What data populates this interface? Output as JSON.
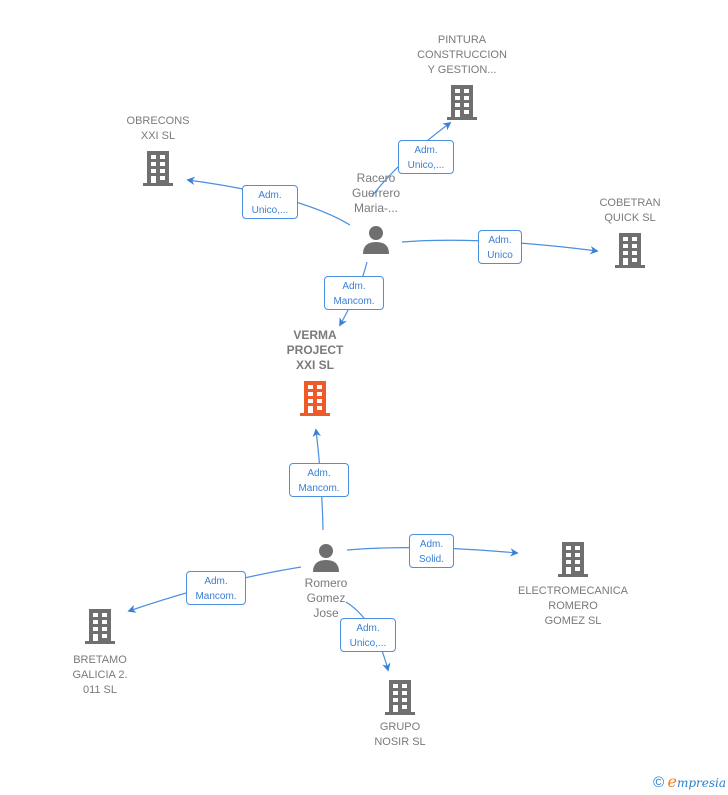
{
  "colors": {
    "edge": "#4a8fe0",
    "node_gray": "#6f6f6f",
    "main_node": "#f05a28",
    "label_text": "#7a7a7a"
  },
  "nodes": {
    "pintura": {
      "label": "PINTURA\nCONSTRUCCION\nY GESTION...",
      "type": "company"
    },
    "obrecons": {
      "label": "OBRECONS\nXXI  SL",
      "type": "company"
    },
    "racero": {
      "label": "Racero\nGuerrero\nMaria-...",
      "type": "person"
    },
    "cobetran": {
      "label": "COBETRAN\nQUICK  SL",
      "type": "company"
    },
    "verma": {
      "label": "VERMA\nPROJECT\nXXI  SL",
      "type": "company-main"
    },
    "romero": {
      "label": "Romero\nGomez\nJose",
      "type": "person"
    },
    "electromecanica": {
      "label": "ELECTROMECANICA\nROMERO\nGOMEZ SL",
      "type": "company"
    },
    "bretamo": {
      "label": "BRETAMO\nGALICIA 2.\n011 SL",
      "type": "company"
    },
    "grupo": {
      "label": "GRUPO\nNOSIR  SL",
      "type": "company"
    }
  },
  "edges": [
    {
      "from": "racero",
      "to": "pintura",
      "line1": "Adm.",
      "line2": "Unico,..."
    },
    {
      "from": "racero",
      "to": "obrecons",
      "line1": "Adm.",
      "line2": "Unico,..."
    },
    {
      "from": "racero",
      "to": "cobetran",
      "line1": "Adm.",
      "line2": "Unico"
    },
    {
      "from": "racero",
      "to": "verma",
      "line1": "Adm.",
      "line2": "Mancom."
    },
    {
      "from": "romero",
      "to": "verma",
      "line1": "Adm.",
      "line2": "Mancom."
    },
    {
      "from": "romero",
      "to": "electromecanica",
      "line1": "Adm.",
      "line2": "Solid."
    },
    {
      "from": "romero",
      "to": "bretamo",
      "line1": "Adm.",
      "line2": "Mancom."
    },
    {
      "from": "romero",
      "to": "grupo",
      "line1": "Adm.",
      "line2": "Unico,..."
    }
  ],
  "footer": {
    "copyright": "©",
    "brand_initial": "e",
    "brand_rest": "mpresia"
  }
}
